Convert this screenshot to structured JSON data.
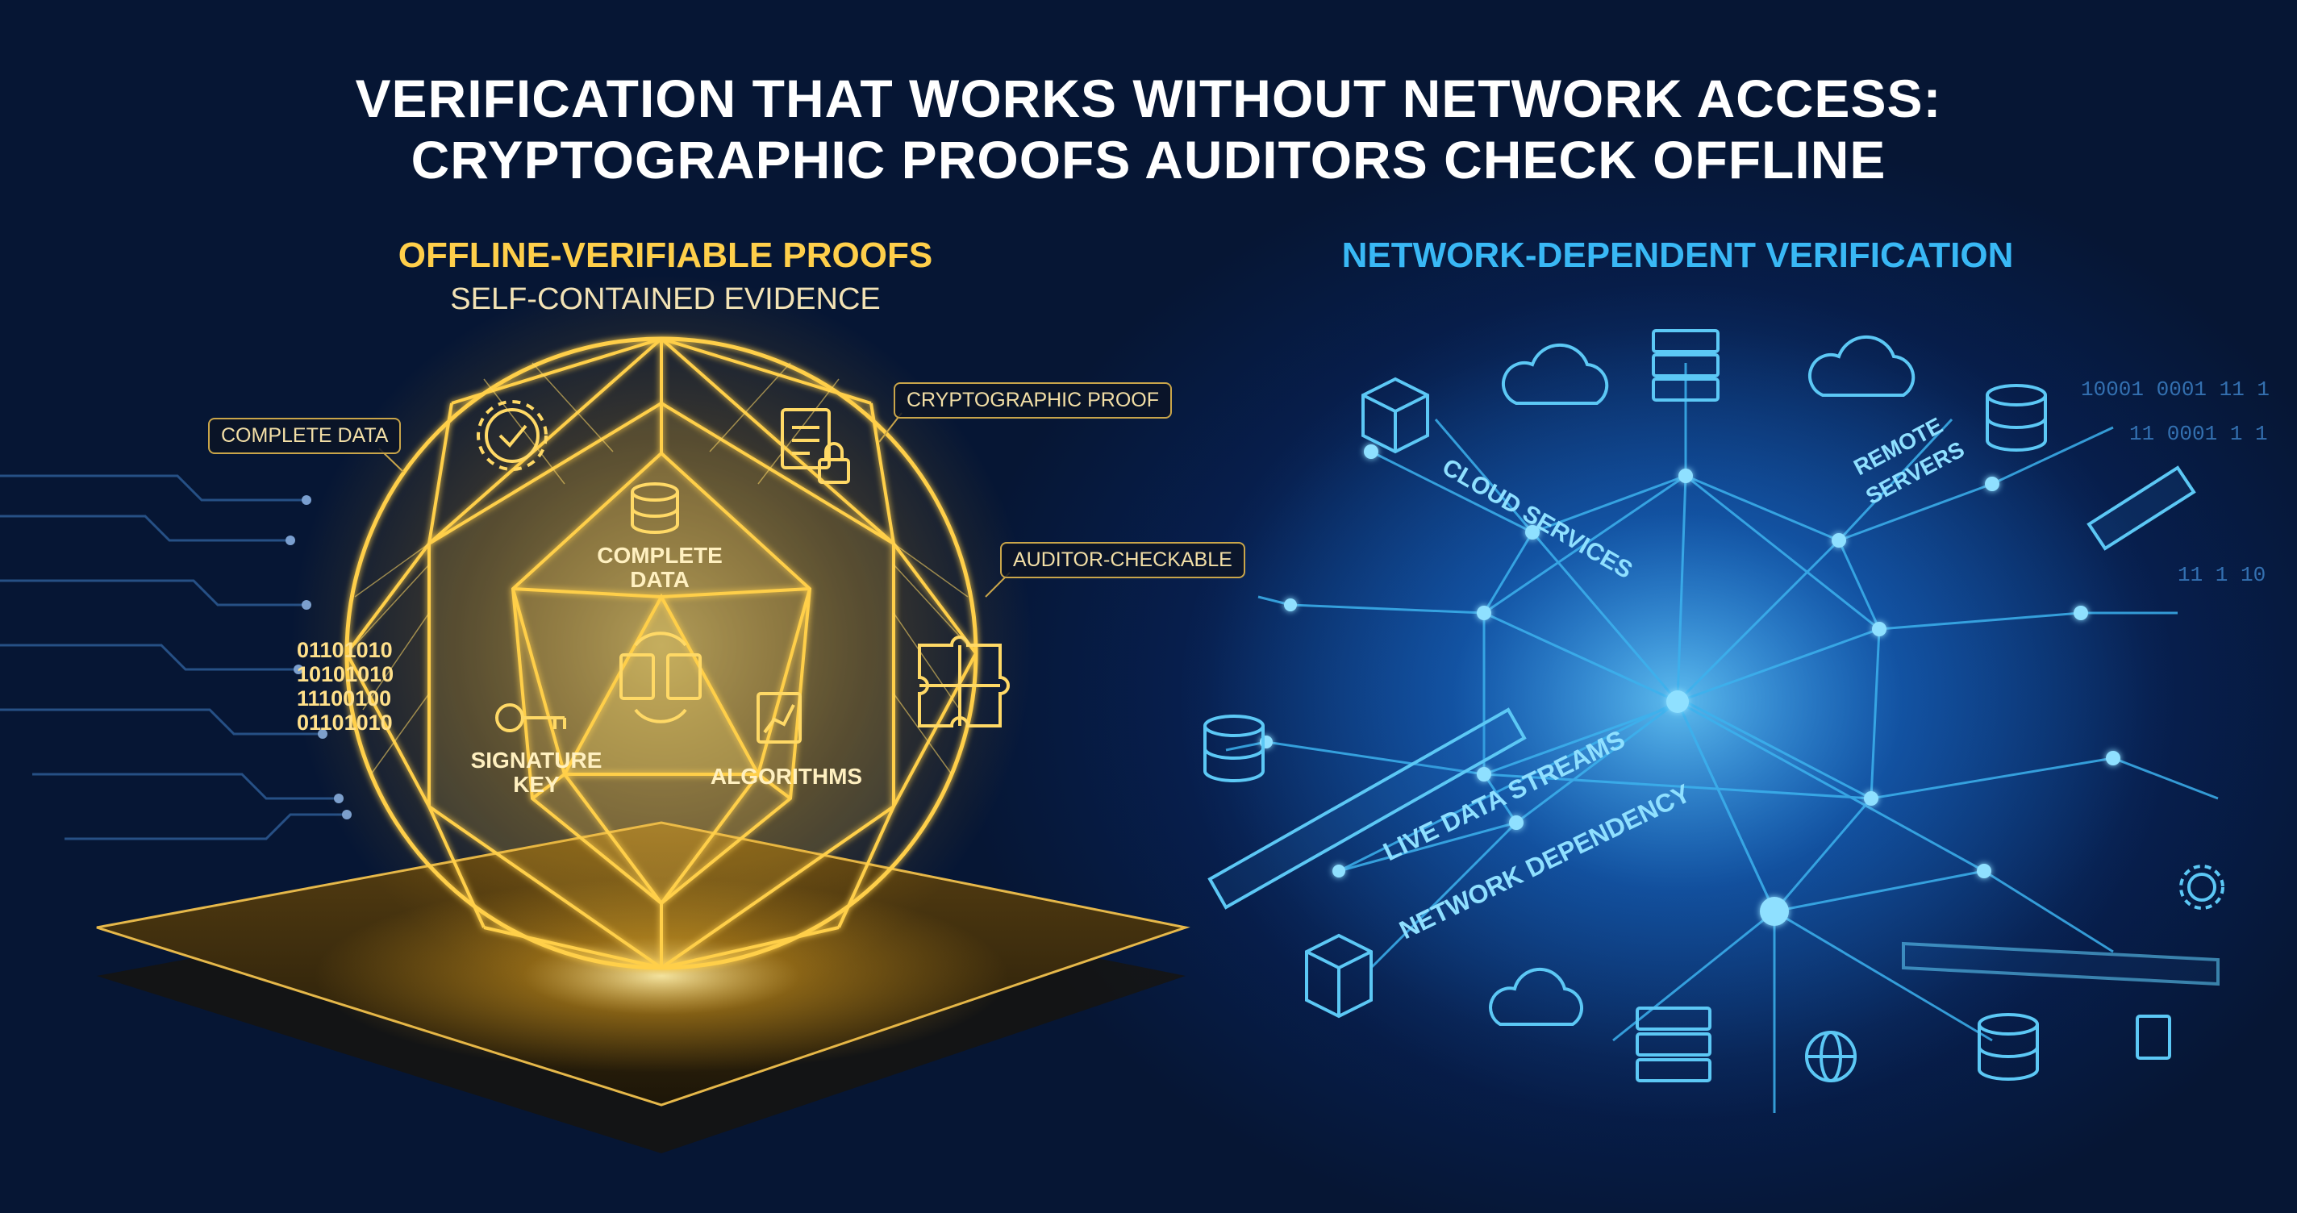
{
  "title": {
    "line1": "VERIFICATION THAT WORKS WITHOUT NETWORK ACCESS:",
    "line2": "CRYPTOGRAPHIC PROOFS AUDITORS CHECK OFFLINE"
  },
  "left": {
    "heading": "OFFLINE-VERIFIABLE PROOFS",
    "subheading": "SELF-CONTAINED EVIDENCE",
    "callouts": {
      "complete_data": "COMPLETE DATA",
      "cryptographic_proof": "CRYPTOGRAPHIC PROOF",
      "auditor_checkable": "AUDITOR-CHECKABLE"
    },
    "faces": {
      "complete_data_1": "COMPLETE",
      "complete_data_2": "DATA",
      "signature_1": "SIGNATURE",
      "signature_2": "KEY",
      "algorithms": "ALGORITHMS"
    },
    "binary": [
      "01101010",
      "10101010",
      "11100100",
      "01101010"
    ]
  },
  "right": {
    "heading": "NETWORK-DEPENDENT VERIFICATION",
    "labels": {
      "cloud_services": "CLOUD SERVICES",
      "remote_1": "REMOTE",
      "remote_2": "SERVERS",
      "live_data": "LIVE DATA STREAMS",
      "network_dependency": "NETWORK DEPENDENCY"
    },
    "binary": [
      "10001 0001 11 1",
      "11 0001 1 1",
      "11 1 10"
    ]
  },
  "colors": {
    "gold": "#ffcf4a",
    "gold_light": "#ffe89a",
    "blue": "#39b8f5",
    "blue_light": "#8fe0ff"
  }
}
